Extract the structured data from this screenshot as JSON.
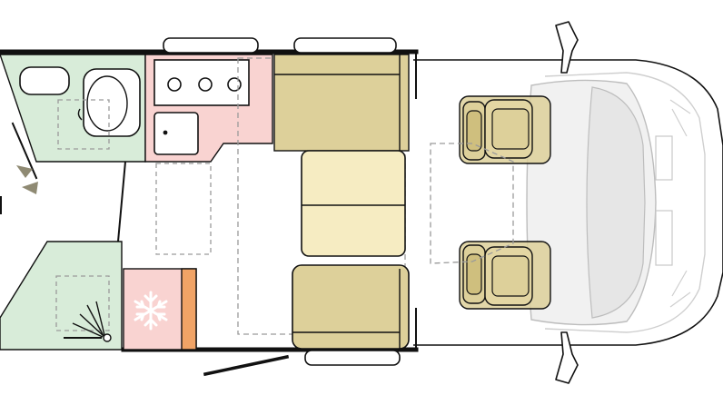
{
  "diagram": {
    "type": "motorhome-floor-plan",
    "orientation": "cab-right",
    "colors": {
      "bathroom": "#d8ecd9",
      "kitchen": "#f9d3d1",
      "seating": "#ddd09a",
      "bed_cushion": "#f6ecc2",
      "fridge_trim": "#f0a366",
      "wall": "#111111",
      "cab_outline": "#c9c9c9",
      "cab_fill": "#f2f2f2",
      "dashed": "#9a9a9a",
      "entry_arrow": "#8f8a73"
    },
    "zones": [
      {
        "id": "washroom",
        "icon": "toilet-icon"
      },
      {
        "id": "shower",
        "icon": "shower-icon"
      },
      {
        "id": "kitchen",
        "icon": "hob-icon"
      },
      {
        "id": "fridge",
        "icon": "snowflake-icon"
      },
      {
        "id": "dinette"
      },
      {
        "id": "cab-seats"
      }
    ]
  }
}
